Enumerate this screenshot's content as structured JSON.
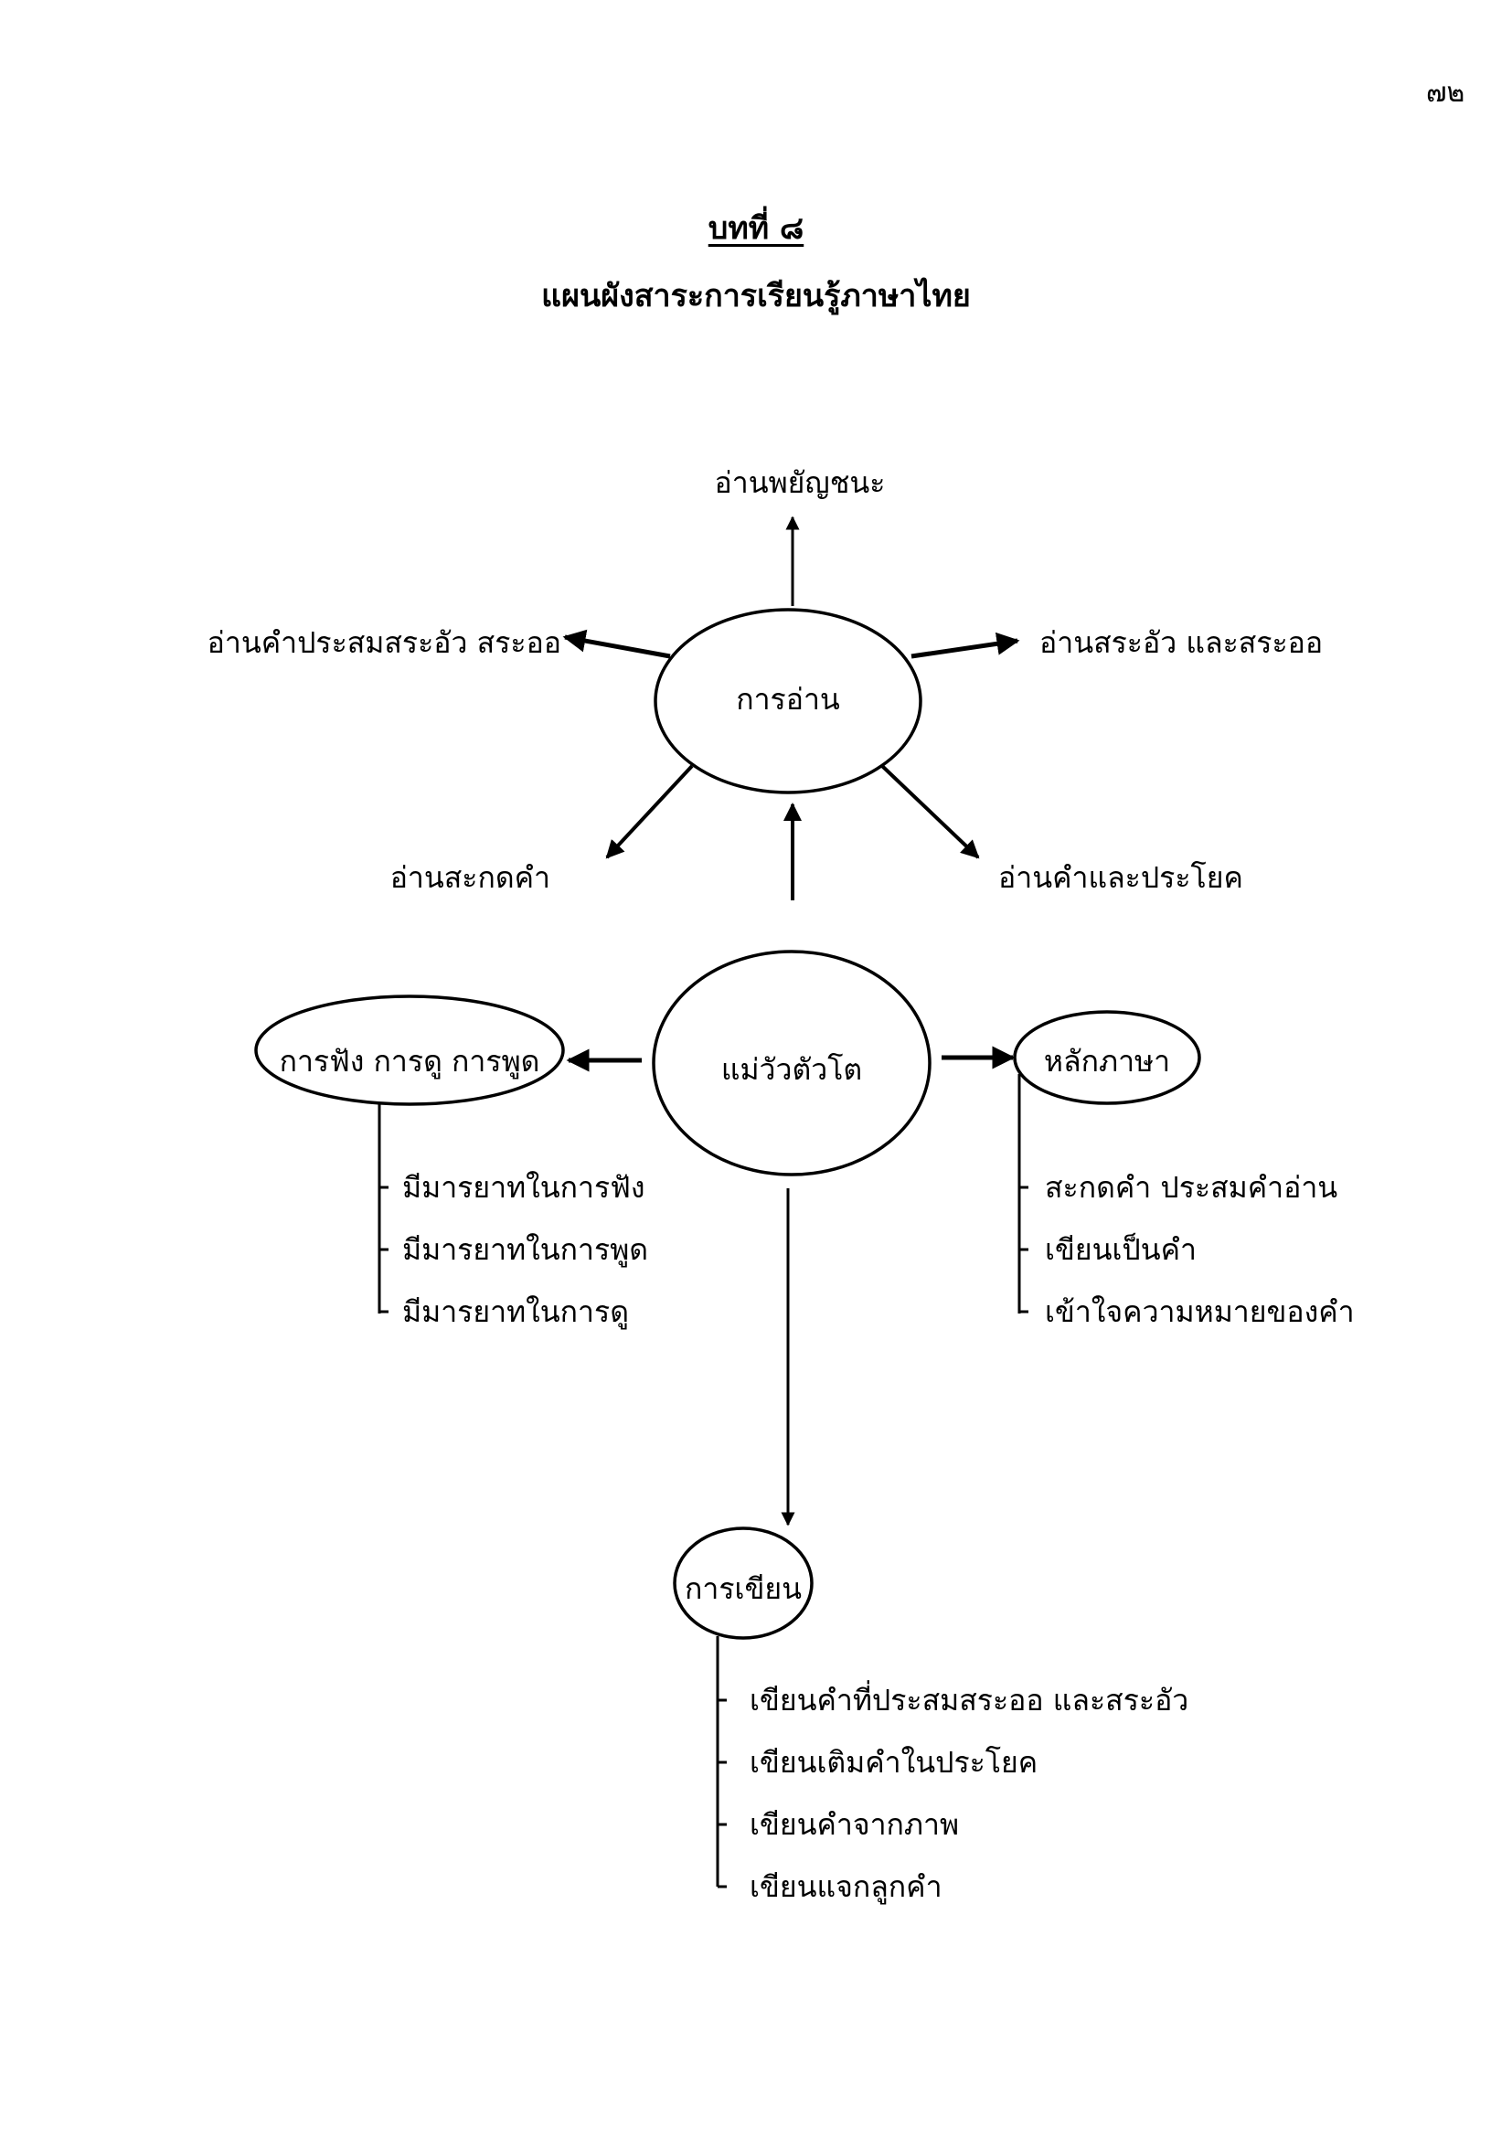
{
  "page_number": "๗๒",
  "chapter": "บทที่ ๘",
  "title": "แผนผังสาระการเรียนรู้ภาษาไทย",
  "diagram": {
    "center": "แม่วัวตัวโต",
    "reading": {
      "label": "การอ่าน",
      "branches": {
        "top": "อ่านพยัญชนะ",
        "left": "อ่านคำประสมสระอัว  สระออ",
        "right": "อ่านสระอัว และสระออ",
        "bottom_left": "อ่านสะกดคำ",
        "bottom_right": "อ่านคำและประโยค"
      }
    },
    "listening": {
      "label": "การฟัง  การดู  การพูด",
      "items": [
        "มีมารยาทในการฟัง",
        "มีมารยาทในการพูด",
        "มีมารยาทในการดู"
      ]
    },
    "language": {
      "label": "หลักภาษา",
      "items": [
        "สะกดคำ  ประสมคำอ่าน",
        "เขียนเป็นคำ",
        "เข้าใจความหมายของคำ"
      ]
    },
    "writing": {
      "label": "การเขียน",
      "items": [
        "เขียนคำที่ประสมสระออ และสระอัว",
        "เขียนเติมคำในประโยค",
        "เขียนคำจากภาพ",
        "เขียนแจกลูกคำ"
      ]
    }
  }
}
